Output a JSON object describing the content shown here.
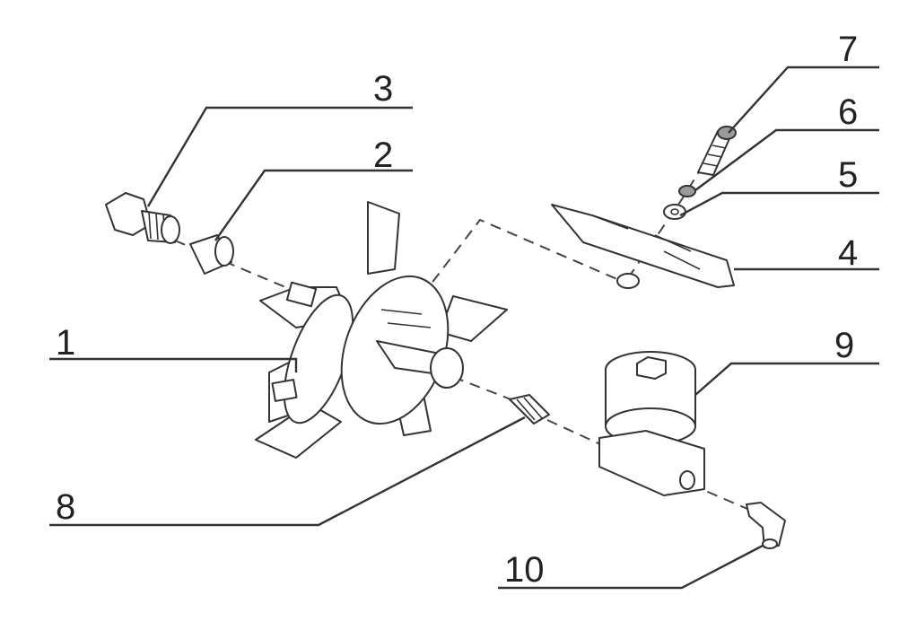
{
  "callouts": [
    {
      "id": "callout-1",
      "label": "1"
    },
    {
      "id": "callout-2",
      "label": "2"
    },
    {
      "id": "callout-3",
      "label": "3"
    },
    {
      "id": "callout-4",
      "label": "4"
    },
    {
      "id": "callout-5",
      "label": "5"
    },
    {
      "id": "callout-6",
      "label": "6"
    },
    {
      "id": "callout-7",
      "label": "7"
    },
    {
      "id": "callout-8",
      "label": "8"
    },
    {
      "id": "callout-9",
      "label": "9"
    },
    {
      "id": "callout-10",
      "label": "10"
    }
  ],
  "colors": {
    "line": "#333333",
    "background": "#ffffff"
  }
}
